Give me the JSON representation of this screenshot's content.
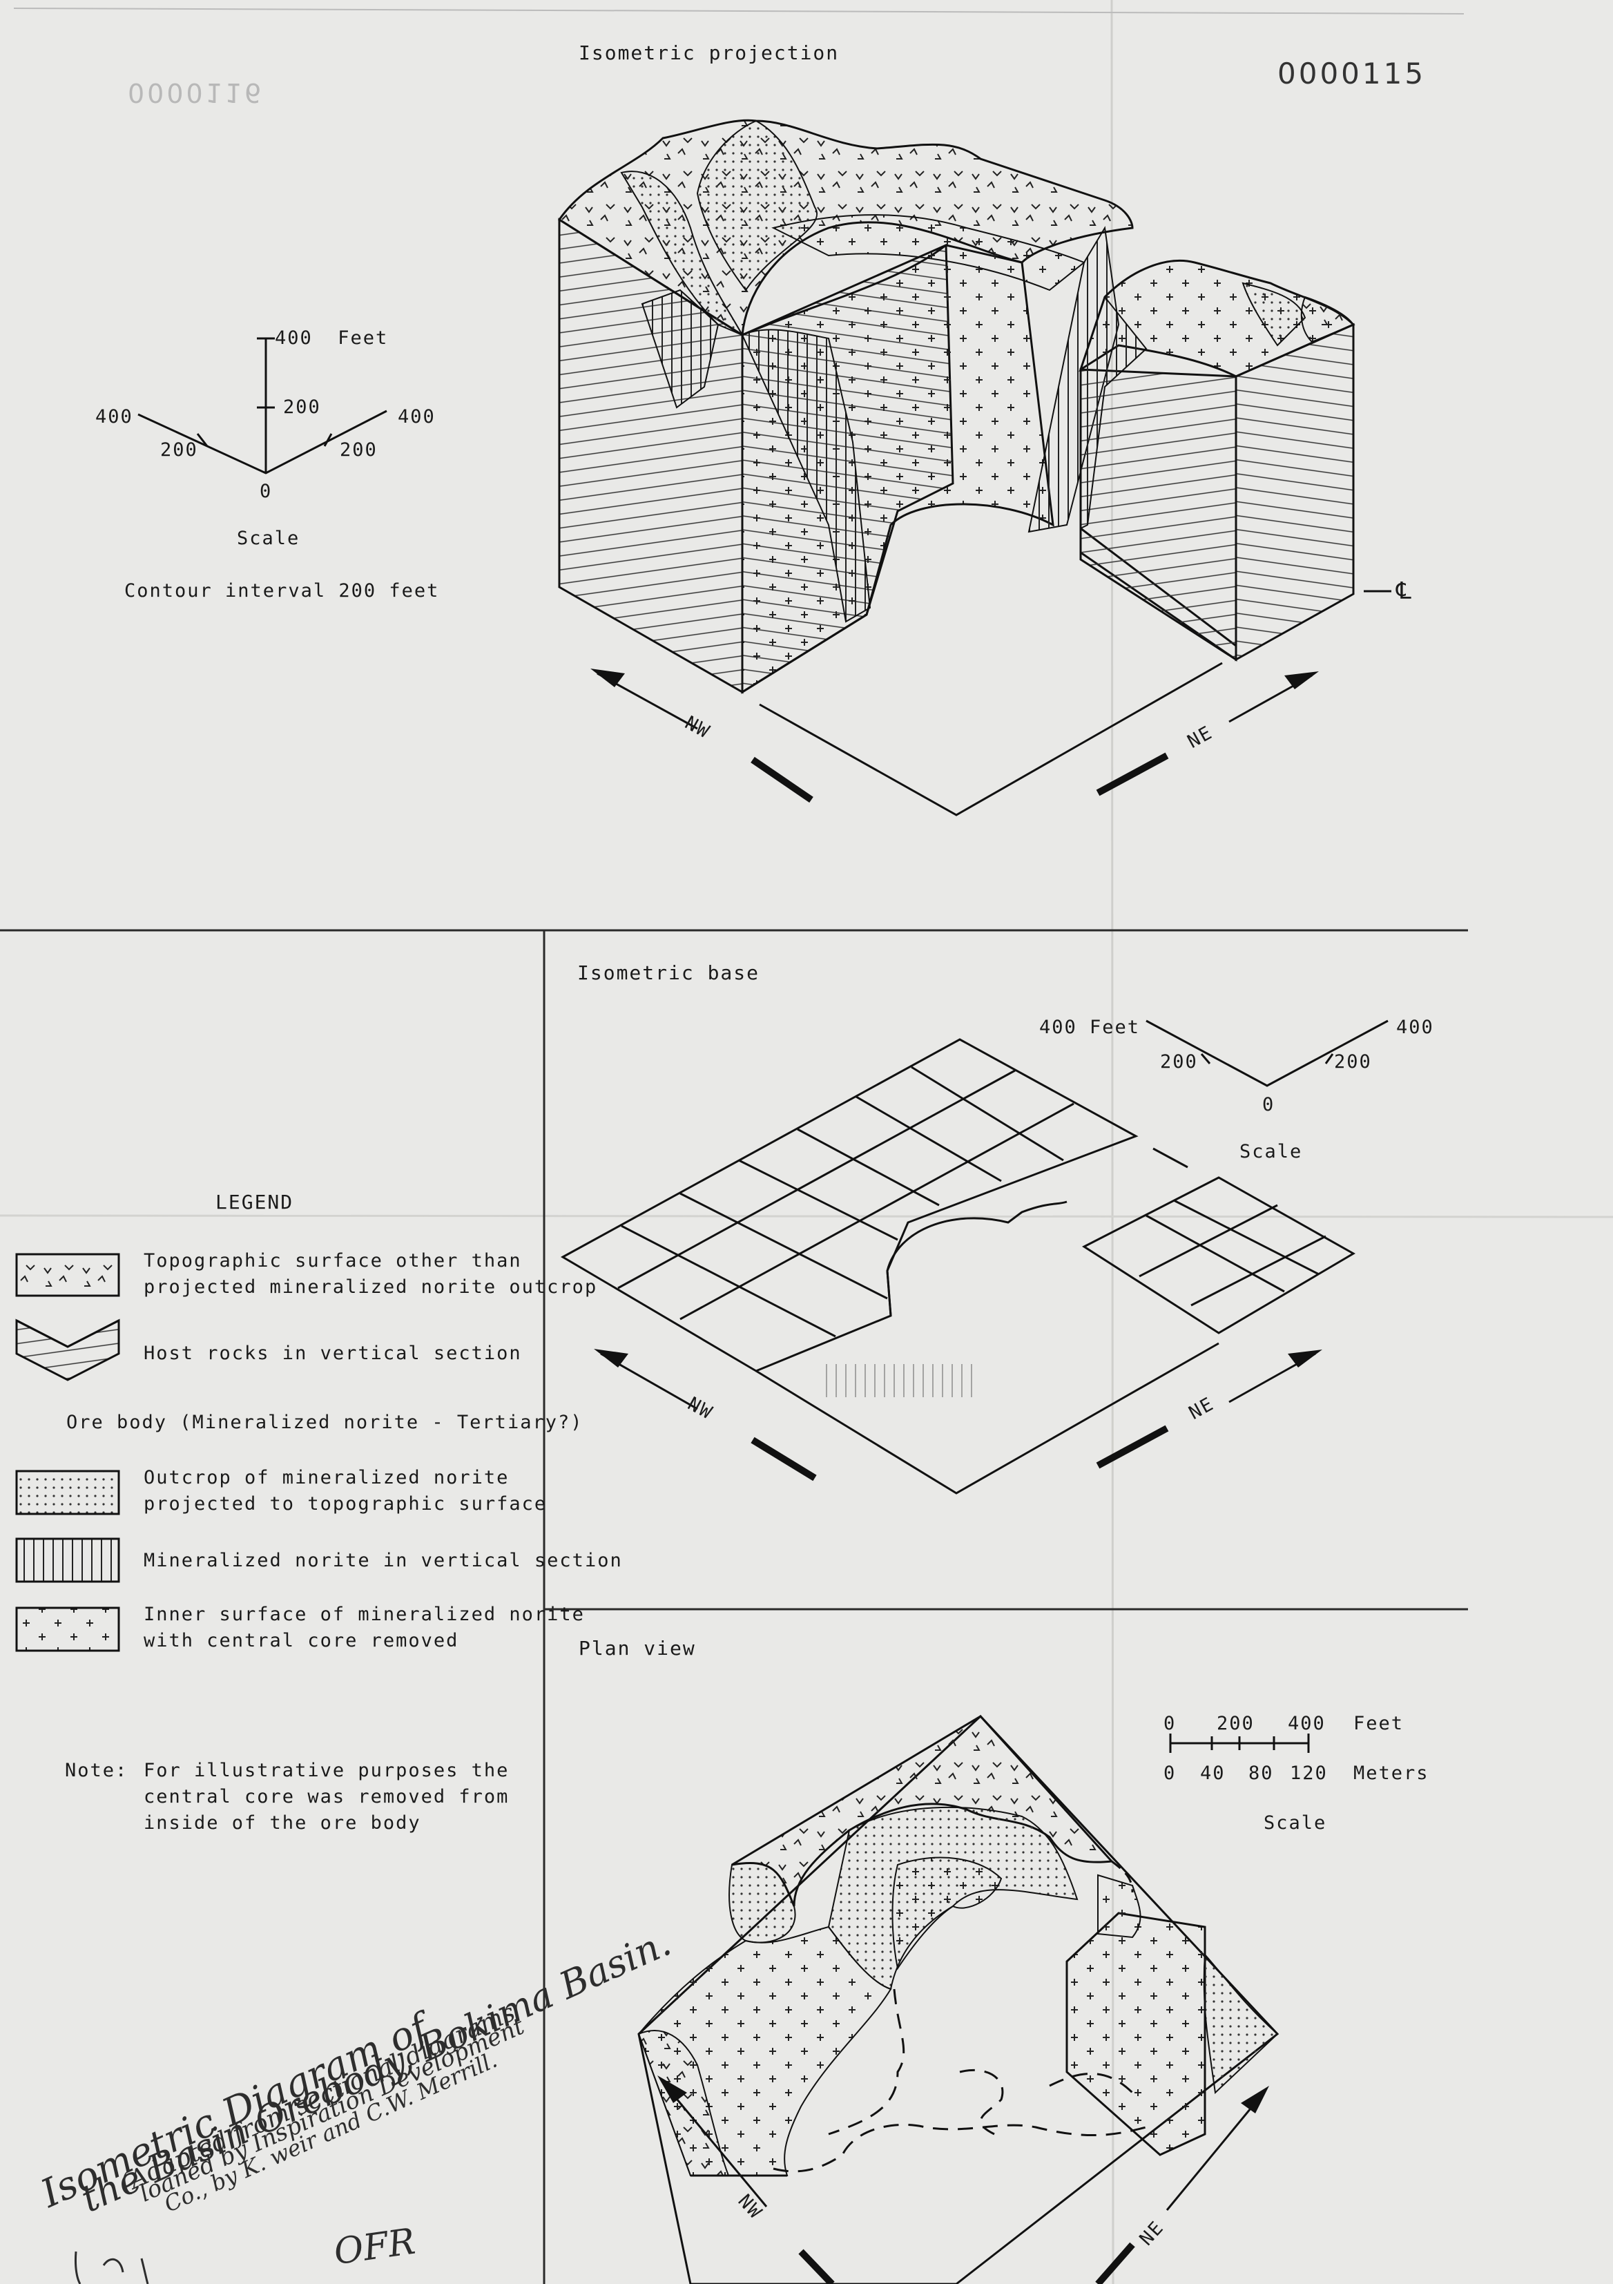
{
  "stamp_number": "0000115",
  "ghost_number": "0000116",
  "top_panel": {
    "title": "Isometric projection",
    "scale": {
      "feet_top": "400  Feet",
      "mid": "200",
      "left_400": "400",
      "left_200": "200",
      "right_400": "400",
      "right_200": "200",
      "zero": "0",
      "caption": "Scale"
    },
    "contour_note": "Contour interval 200 feet",
    "centerline": "℄",
    "arrow_nw": "NW",
    "arrow_ne": "NE"
  },
  "legend": {
    "heading": "LEGEND",
    "topographic_1": "Topographic surface other than",
    "topographic_2": "projected mineralized norite outcrop",
    "host": "Host rocks in vertical section",
    "orebody_heading": "Ore body (Mineralized norite - Tertiary?)",
    "outcrop_1": "Outcrop of mineralized norite",
    "outcrop_2": "projected to topographic surface",
    "vertical": "Mineralized norite in vertical section",
    "inner_1": "Inner surface of mineralized norite",
    "inner_2": "with central core removed",
    "note_label": "Note:",
    "note_1": "For illustrative purposes the",
    "note_2": "central core was removed from",
    "note_3": "inside of the ore body"
  },
  "base_panel": {
    "title": "Isometric base",
    "scale": {
      "left": "400 Feet",
      "left_200": "200",
      "right_400": "400",
      "right_200": "200",
      "zero": "0",
      "caption": "Scale"
    },
    "arrow_nw": "NW",
    "arrow_ne": "NE"
  },
  "plan_panel": {
    "title": "Plan view",
    "scale": {
      "t0": "0",
      "t200": "200",
      "t400": "400",
      "feet": "Feet",
      "m0": "0",
      "m40": "40",
      "m80": "80",
      "m120": "120",
      "meters": "Meters",
      "caption": "Scale"
    },
    "arrow_nw": "NW",
    "arrow_ne": "NE"
  },
  "handwritten": {
    "line1": "Isometric Diagram of",
    "line2": "the Basin Orebody, Bokima Basin.",
    "line3": "(Adapted from sectional diagrams",
    "line4": "loaned by Inspiration Development",
    "line5": "Co., by K. weir and C.W. Merrill.",
    "line6": "OFR"
  }
}
